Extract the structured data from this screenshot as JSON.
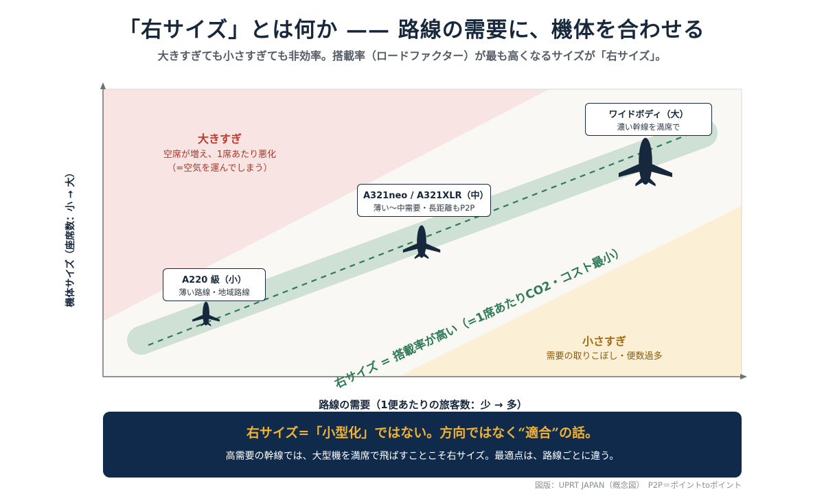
{
  "header": {
    "title": "「右サイズ」とは何か —— 路線の需要に、機体を合わせる",
    "subtitle": "大きすぎても小さすぎても非効率。搭載率（ロードファクター）が最も高くなるサイズが「右サイズ」。"
  },
  "axes": {
    "y_label": "機体サイズ（座席数：小 → 大）",
    "x_label": "路線の需要（1便あたりの旅客数：少 → 多）"
  },
  "zones": {
    "too_big": {
      "title": "大きすぎ",
      "desc1": "空席が増え、1席あたり悪化",
      "desc2": "（=空気を運んでしまう）",
      "color": "#c0392b"
    },
    "too_small": {
      "title": "小さすぎ",
      "desc": "需要の取りこぼし・便数過多",
      "color": "#a66b12"
    }
  },
  "diagonal_label": "右サイズ = 搭載率が高い（=1席あたりCO2・コスト最小）",
  "aircraft": [
    {
      "name": "A220 級（小）",
      "desc": "薄い路線・地域路線",
      "icon": "airplane-icon"
    },
    {
      "name": "A321neo / A321XLR（中）",
      "desc": "薄い〜中需要・長距離もP2P",
      "icon": "airplane-icon"
    },
    {
      "name": "ワイドボディ（大）",
      "desc": "濃い幹線を満席で",
      "icon": "airplane-icon"
    }
  ],
  "banner": {
    "headline": "右サイズ=「小型化」ではない。方向ではなく“適合”の話。",
    "body": "高需要の幹線では、大型機を満席で飛ばすことこそ右サイズ。最適点は、路線ごとに違う。"
  },
  "source": "図版：UPRT JAPAN（概念図）　P2P＝ポイントtoポイント",
  "colors": {
    "navy": "#17283d",
    "band": "#cfe0d5",
    "too_big_bg": "#f8e4e2",
    "too_small_bg": "#fbf0d6",
    "banner_bg": "#0f2a4a",
    "accent_gold": "#f2b233",
    "green_text": "#2e7a55"
  }
}
